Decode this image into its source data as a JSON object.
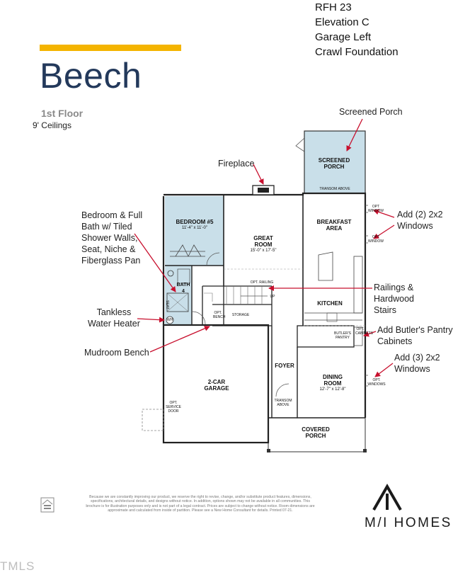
{
  "header": {
    "lines": [
      "RFH 23",
      "Elevation C",
      "Garage Left",
      "Crawl Foundation"
    ]
  },
  "plan": {
    "name": "Beech",
    "floor": "1st Floor",
    "ceilings": "9' Ceilings"
  },
  "annotations": {
    "screened_porch": "Screened Porch",
    "fireplace": "Fireplace",
    "bedroom_bath": [
      "Bedroom & Full",
      "Bath w/ Tiled",
      "Shower Walls,",
      "Seat, Niche &",
      "Fiberglass Pan"
    ],
    "add_2_windows": [
      "Add (2) 2x2",
      "Windows"
    ],
    "railings": [
      "Railings & Hardwood",
      "Stairs"
    ],
    "tankless": [
      "Tankless",
      "Water Heater"
    ],
    "butlers": [
      "Add Butler's Pantry",
      "Cabinets"
    ],
    "mudroom": "Mudroom Bench",
    "add_3_windows": [
      "Add (3) 2x2",
      "Windows"
    ]
  },
  "rooms": {
    "screened_porch": [
      "SCREENED",
      "PORCH"
    ],
    "transom_above_top": "TRANSOM ABOVE",
    "bedroom": "BEDROOM #5",
    "bedroom_dim": "11'-4\" x 11'-0\"",
    "great_room": [
      "GREAT",
      "ROOM"
    ],
    "great_room_dim": "15'-0\" x 17'-5\"",
    "breakfast": [
      "BREAKFAST",
      "AREA"
    ],
    "bath": [
      "BATH",
      "4"
    ],
    "seat": "SEAT",
    "opt_railing": "OPT. RAILING",
    "up": "UP",
    "kitchen": "KITCHEN",
    "storage": "STORAGE",
    "opt_bench": [
      "OPT.",
      "BENCH"
    ],
    "wh": "WH",
    "butlers_pantry": [
      "BUTLER'S",
      "PANTRY"
    ],
    "opt_cabinets": [
      "OPT.",
      "CABINETS"
    ],
    "garage": [
      "2-CAR",
      "GARAGE"
    ],
    "foyer": "FOYER",
    "dining": [
      "DINING",
      "ROOM"
    ],
    "dining_dim": "12'-7\" x 12'-8\"",
    "transom_above_foyer": [
      "TRANSOM",
      "ABOVE"
    ],
    "opt_service_door": [
      "OPT.",
      "SERVICE",
      "DOOR"
    ],
    "covered_porch": [
      "COVERED",
      "PORCH"
    ],
    "opt_window_1": [
      "OPT",
      "WINDOW"
    ],
    "opt_window_2": [
      "OPT",
      "WINDOW"
    ],
    "opt_windows_3": [
      "OPT.",
      "WINDOWS"
    ]
  },
  "footer": {
    "disclaimer": "Because we are constantly improving our product, we reserve the right to revise, change, and/or substitute product features, dimensions, specifications, architectural details, and designs without notice. In addition, options shown may not be available in all communities. This brochure is for illustration purposes only and is not part of a legal contract. Prices are subject to change without notice. Room dimensions are approximate and calculated from inside of partition. Please see a New Home Consultant for details. Printed 07-21.",
    "logo_text": "M/I HOMES",
    "watermark": "TMLS"
  },
  "colors": {
    "accent": "#f4b400",
    "title": "#23395b",
    "arrow": "#c8102e",
    "room_fill": "#c9dfe9",
    "wall": "#222222"
  }
}
